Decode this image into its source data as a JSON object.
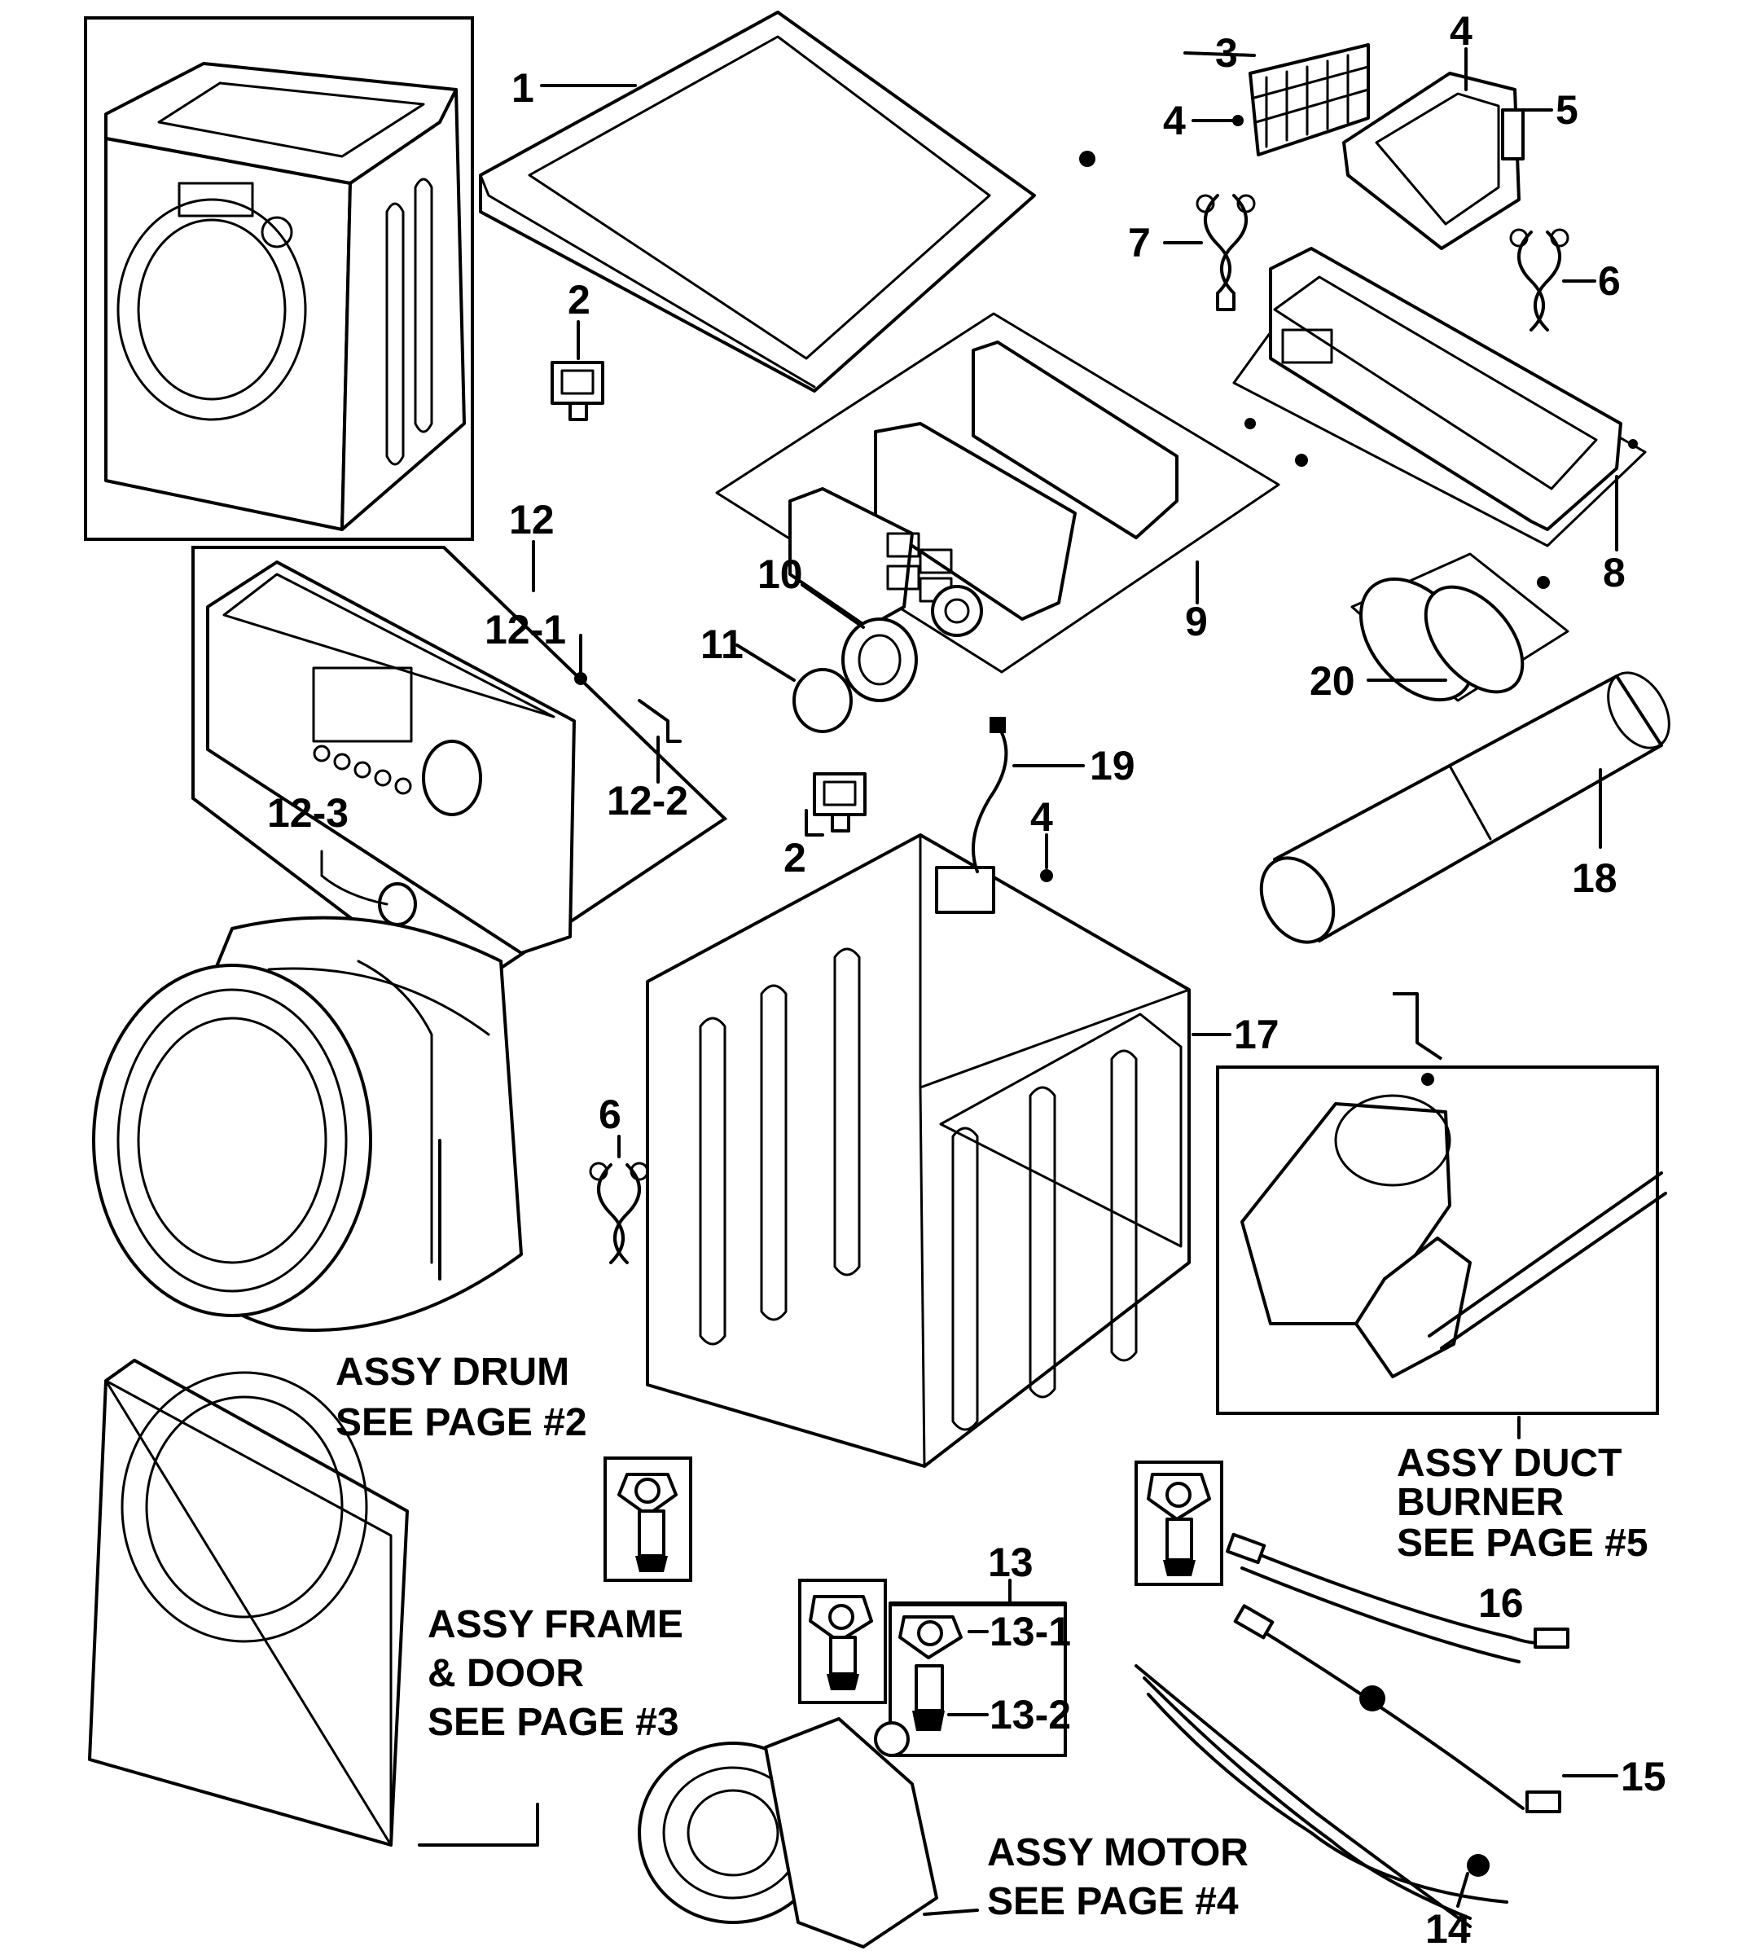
{
  "labels": {
    "l1": "1",
    "l2a": "2",
    "l2b": "2",
    "l3": "3",
    "l4a": "4",
    "l4b": "4",
    "l4c": "4",
    "l5": "5",
    "l6a": "6",
    "l6b": "6",
    "l7": "7",
    "l8": "8",
    "l9": "9",
    "l10": "10",
    "l11": "11",
    "l12": "12",
    "l12_1": "12-1",
    "l12_2": "12-2",
    "l12_3": "12-3",
    "l13": "13",
    "l13_1": "13-1",
    "l13_2": "13-2",
    "l14": "14",
    "l15": "15",
    "l16": "16",
    "l17": "17",
    "l18": "18",
    "l19": "19",
    "l20": "20"
  },
  "assemblies": {
    "drum_1": "ASSY DRUM",
    "drum_2": "SEE PAGE #2",
    "frame_1": "ASSY FRAME",
    "frame_2": "& DOOR",
    "frame_3": "SEE PAGE #3",
    "motor_1": "ASSY MOTOR",
    "motor_2": "SEE PAGE #4",
    "duct_1": "ASSY DUCT",
    "duct_2": "BURNER",
    "duct_3": "SEE PAGE #5"
  }
}
